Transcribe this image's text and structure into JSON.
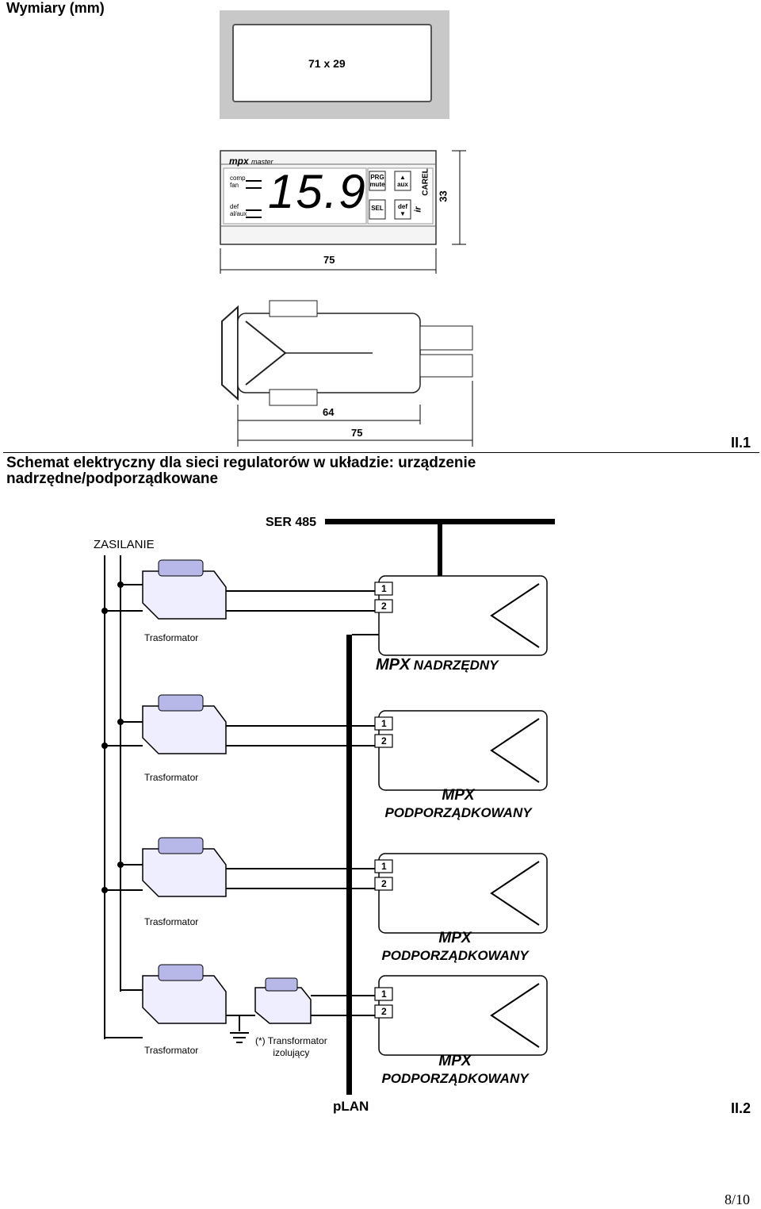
{
  "header": {
    "title": "Wymiary (mm)"
  },
  "dimensions": {
    "cutout": "71 x 29",
    "front_width": "75",
    "front_height": "33",
    "side_depth_inner": "64",
    "side_depth_total": "75",
    "figure_label": "II.1"
  },
  "device_panel": {
    "brand": "mpx",
    "model": "master",
    "indicators": [
      "comp",
      "fan",
      "def",
      "al/aux"
    ],
    "display_value": "15.9",
    "buttons": [
      {
        "top": "PRG",
        "bottom": "mute"
      },
      {
        "top": "▲",
        "bottom": "aux"
      },
      {
        "top": "SEL",
        "bottom": ""
      },
      {
        "top": "def",
        "bottom": "▼"
      }
    ],
    "manufacturer": "CAREL",
    "ir_logo": "ir"
  },
  "section": {
    "heading_line1": "Schemat elektryczny dla sieci regulatorów w układzie: urządzenie",
    "heading_line2": "nadrzędne/podporządkowane"
  },
  "schematic": {
    "ser_label": "SER 485",
    "power_label": "ZASILANIE",
    "plan_label": "pLAN",
    "transformer_label": "Trasformator",
    "isolating_transformer_line1": "(*) Transformator",
    "isolating_transformer_line2": "izolujący",
    "port_labels": [
      "1",
      "2"
    ],
    "units": [
      {
        "line1": "MPX",
        "line2": "NADRZĘDNY"
      },
      {
        "line1": "MPX",
        "line2": "PODPORZĄDKOWANY"
      },
      {
        "line1": "MPX",
        "line2": "PODPORZĄDKOWANY"
      },
      {
        "line1": "MPX",
        "line2": "PODPORZĄDKOWANY"
      }
    ],
    "figure_label": "II.2"
  },
  "footer": {
    "page": "8/10"
  }
}
